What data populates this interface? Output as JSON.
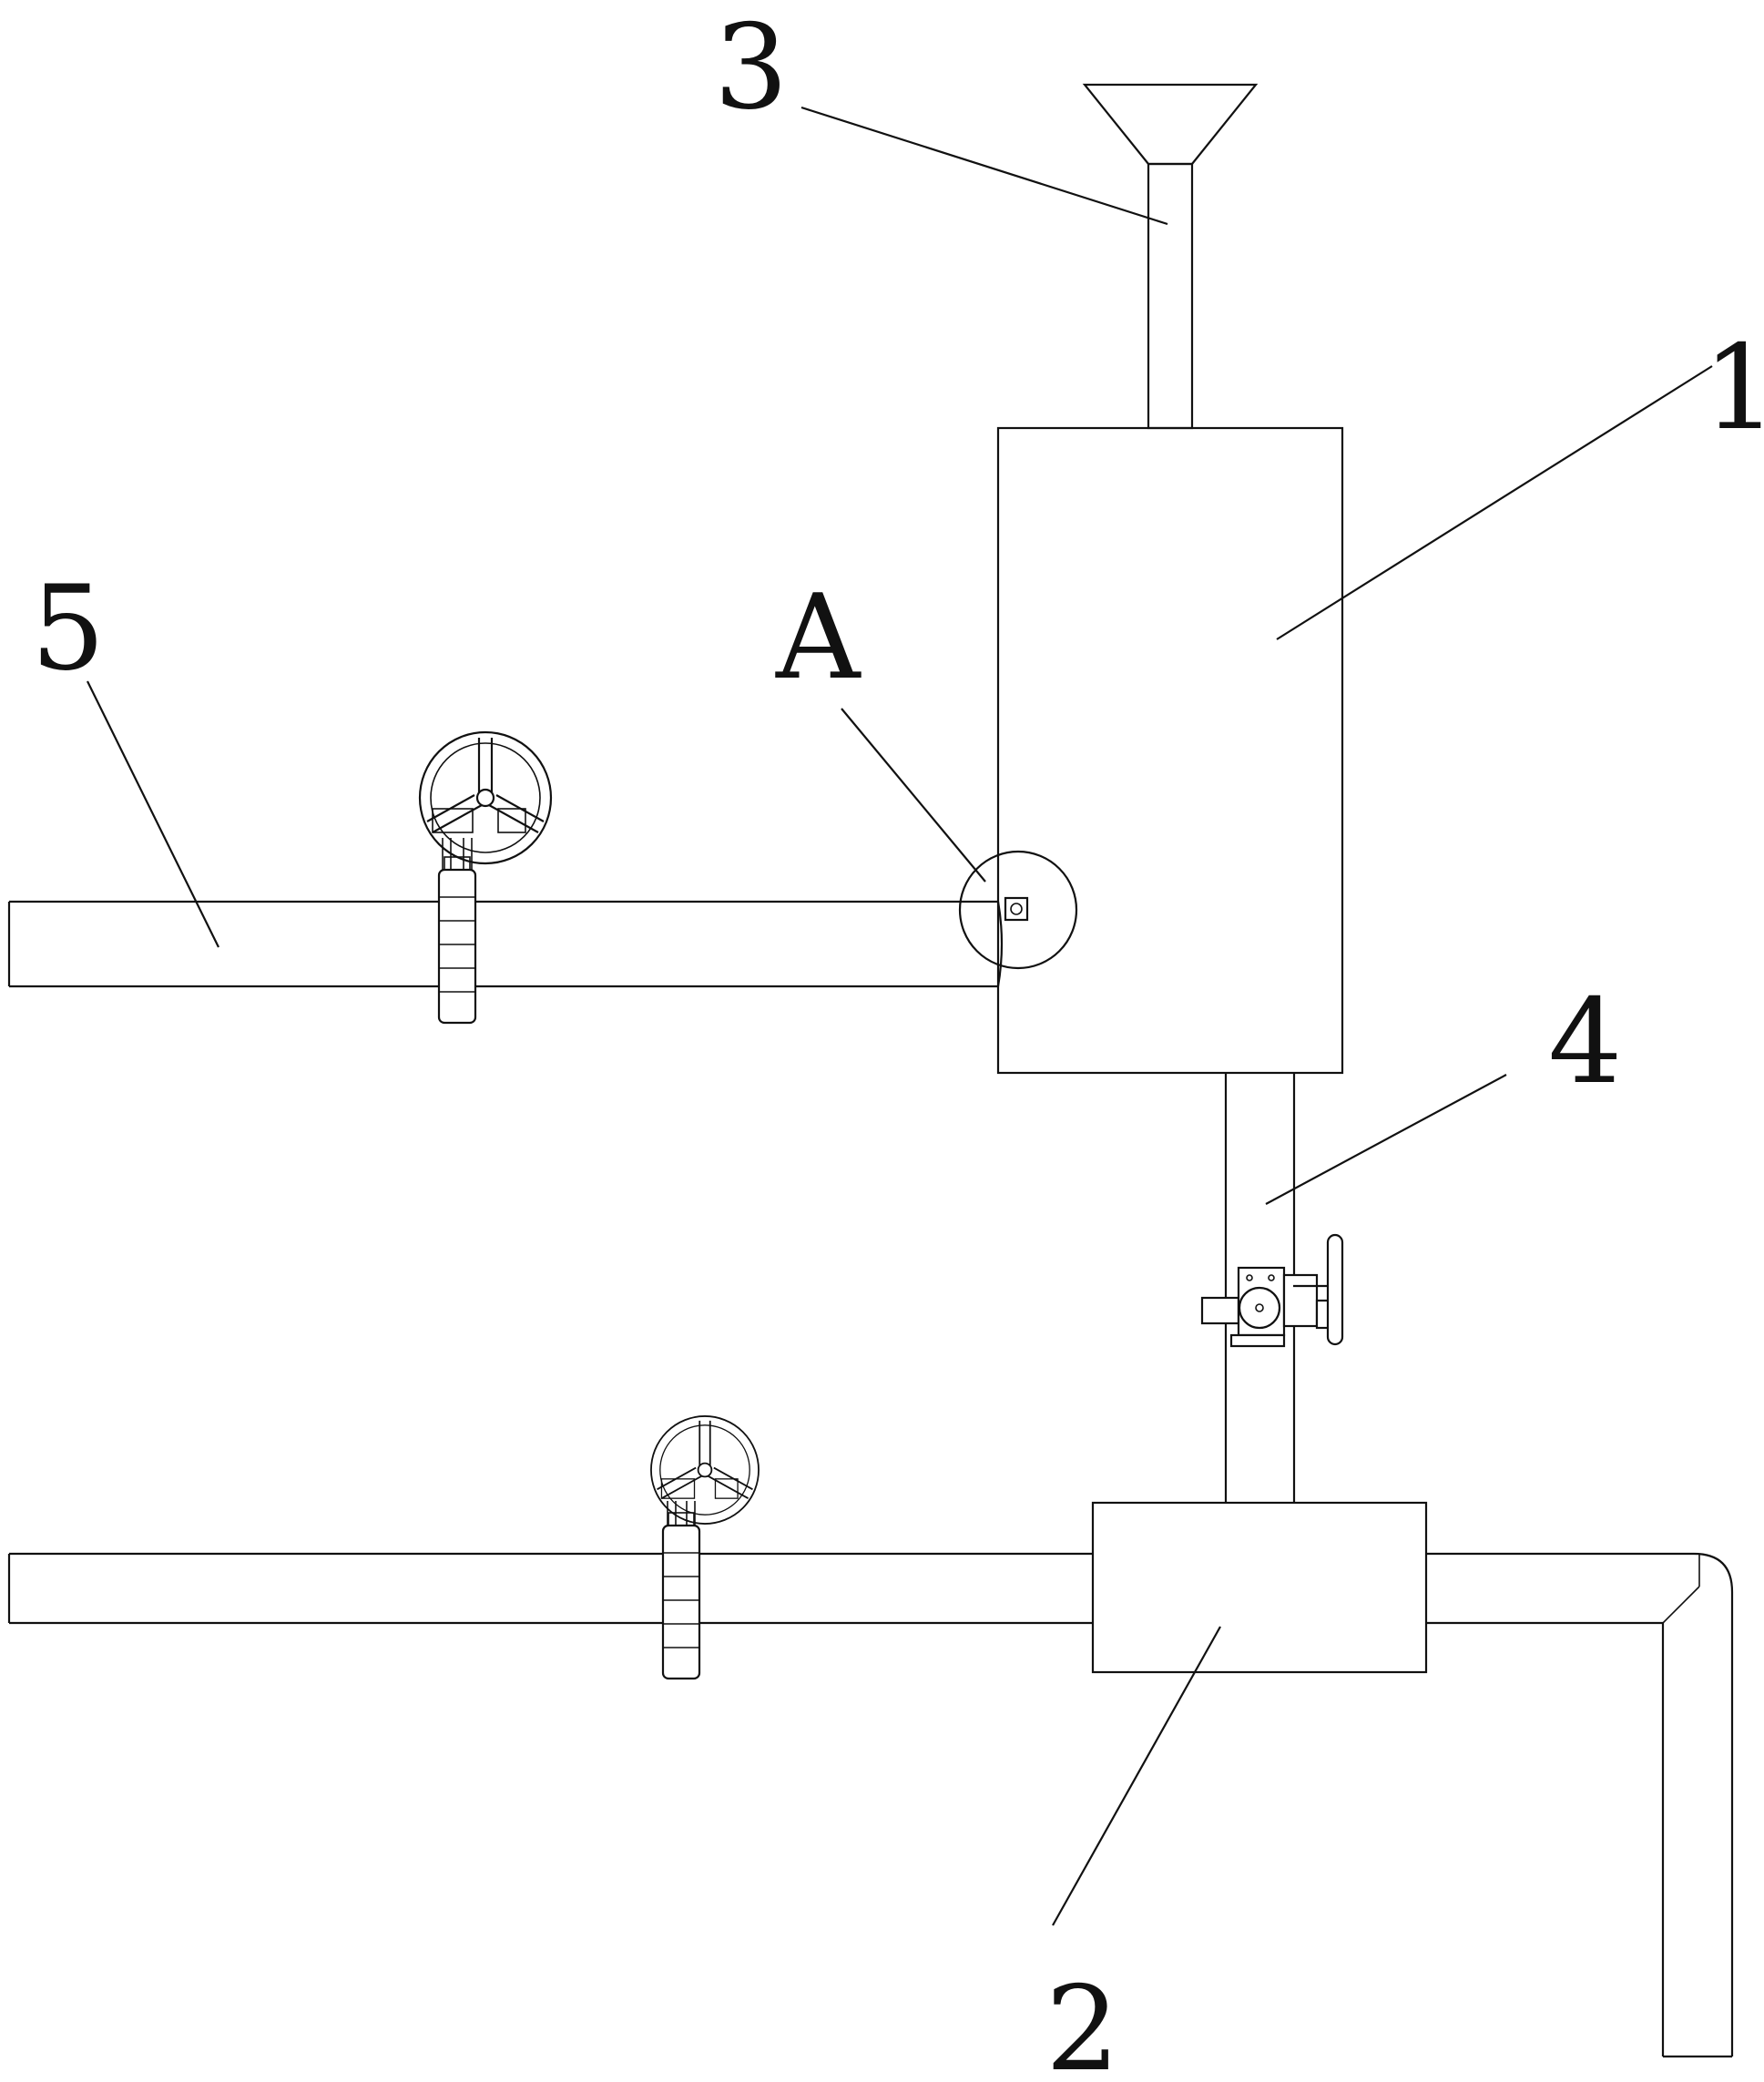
{
  "labels": {
    "tank": "1",
    "mixer": "2",
    "funnel_pipe": "3",
    "connecting_pipe": "4",
    "inlet_pipe": "5",
    "detail_a": "A"
  }
}
